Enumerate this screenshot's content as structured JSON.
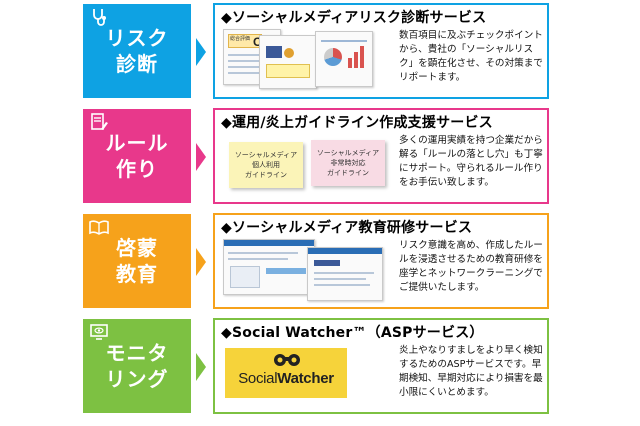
{
  "colors": {
    "risk": "#0ea2e3",
    "rule": "#e8388b",
    "education": "#f6a21b",
    "monitoring": "#7dc142",
    "logo_bg": "#f6d33a"
  },
  "rows": [
    {
      "tile_lines": [
        "リスク",
        "診断"
      ],
      "icon": "stethoscope-icon",
      "title": "◆ソーシャルメディアリスク診断サービス",
      "description": "数百項目に及ぶチェックポイントから、貴社の「ソーシャルリスク」を顕在化させ、その対策までリポートます。",
      "thumb": {
        "grade_label": "総合評価",
        "grade_value": "C"
      }
    },
    {
      "tile_lines": [
        "ルール",
        "作り"
      ],
      "icon": "document-pen-icon",
      "title": "◆運用/炎上ガイドライン作成支援サービス",
      "description": "多くの運用実績を持つ企業だから解る「ルールの落とし穴」も丁寧にサポート。守られるルール作りをお手伝い致します。",
      "notes": [
        {
          "lines": [
            "ソーシャルメディア",
            "個人利用",
            "ガイドライン"
          ]
        },
        {
          "lines": [
            "ソーシャルメディア",
            "非常時対応",
            "ガイドライン"
          ]
        }
      ]
    },
    {
      "tile_lines": [
        "啓蒙",
        "教育"
      ],
      "icon": "open-book-icon",
      "title": "◆ソーシャルメディア教育研修サービス",
      "description": "リスク意識を高め、作成したルールを浸透させるための教育研修を座学とネットワークラーニングでご提供いたします。"
    },
    {
      "tile_lines": [
        "モニタ",
        "リング"
      ],
      "icon": "monitor-eye-icon",
      "title": "◆Social Watcher™（ASPサービス）",
      "description": "炎上やなりすましをより早く検知するためのASPサービスです。早期検知、早期対応により損害を最小限にくいとめます。",
      "logo": {
        "word1": "Social",
        "word2": "Watcher"
      }
    }
  ]
}
